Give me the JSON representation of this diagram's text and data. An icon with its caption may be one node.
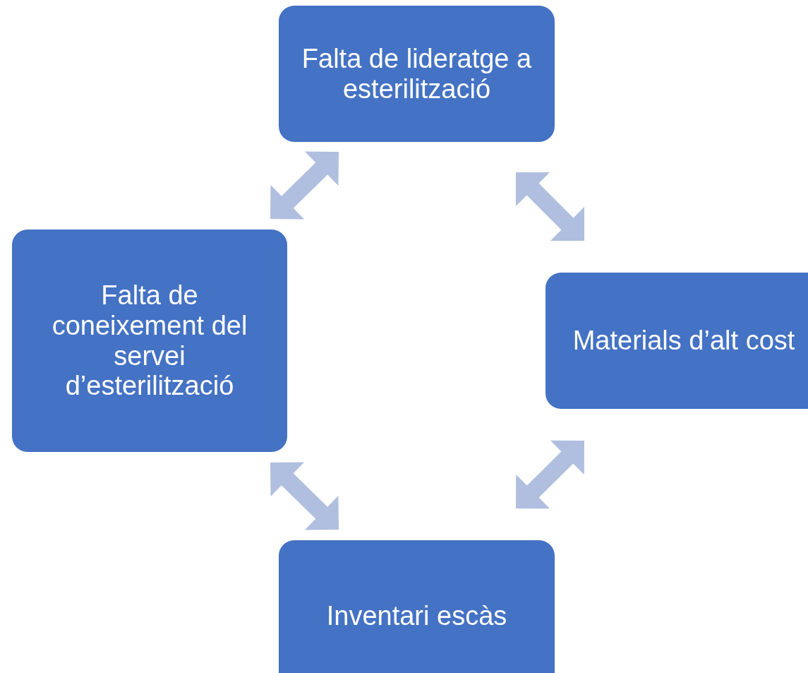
{
  "diagram": {
    "nodes": [
      {
        "text": [
          "Falta de lideratge a esterilització"
        ]
      },
      {
        "text": [
          "Falta de coneixement del servei d’esterilització"
        ]
      },
      {
        "text": [
          "Materials d’alt cost"
        ]
      },
      {
        "text": [
          "Inventari escàs"
        ]
      }
    ],
    "edges": [
      {
        "from": 0,
        "to": 1,
        "arrow": "both"
      },
      {
        "from": 0,
        "to": 2,
        "arrow": "both"
      },
      {
        "from": 2,
        "to": 3,
        "arrow": "both"
      },
      {
        "from": 3,
        "to": 1,
        "arrow": "both"
      }
    ]
  }
}
